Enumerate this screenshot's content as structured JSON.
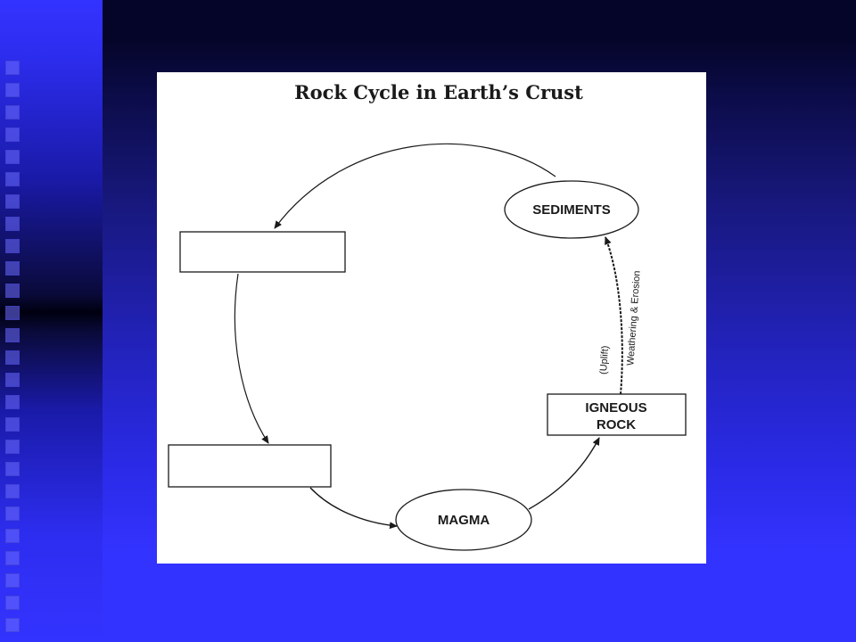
{
  "slide": {
    "colors": {
      "background_dark": "#05052a",
      "background_bright": "#3333ff",
      "panel": "#ffffff",
      "ink": "#1a1a1a"
    }
  },
  "diagram": {
    "title": "Rock Cycle in Earth’s Crust",
    "nodes": {
      "sediments": "SEDIMENTS",
      "igneous_rock_line1": "IGNEOUS",
      "igneous_rock_line2": "ROCK",
      "magma": "MAGMA",
      "blank_box_upper": "",
      "blank_box_lower": ""
    },
    "arrow_labels": {
      "uplift": "(Uplift)",
      "weathering_erosion": "Weathering & Erosion"
    }
  }
}
